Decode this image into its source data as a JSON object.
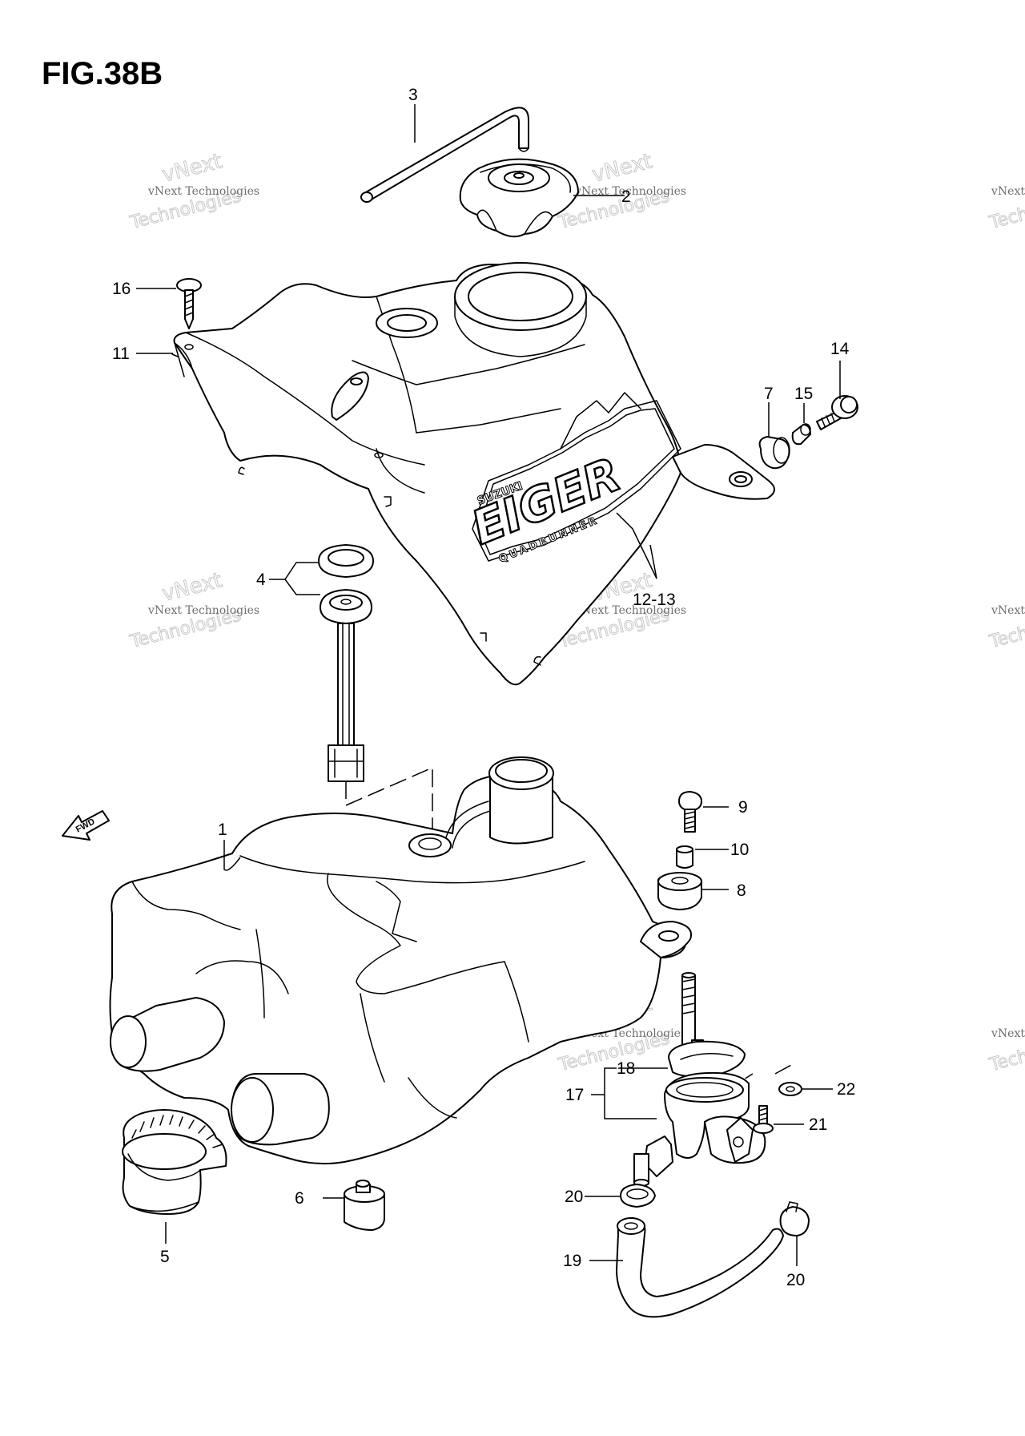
{
  "figure": {
    "title": "FIG.38B"
  },
  "watermark": {
    "line1": "vNext Technologies",
    "line2": "vNext",
    "line3": "Technologies"
  },
  "callouts": {
    "c1": "1",
    "c2": "2",
    "c3": "3",
    "c4": "4",
    "c5": "5",
    "c6": "6",
    "c7": "7",
    "c8": "8",
    "c9": "9",
    "c10": "10",
    "c11": "11",
    "c12_13": "12-13",
    "c14": "14",
    "c15": "15",
    "c16": "16",
    "c17": "17",
    "c18": "18",
    "c19": "19",
    "c20a": "20",
    "c20b": "20",
    "c21": "21",
    "c22": "22"
  },
  "tank_cover": {
    "brand": "SUZUKI",
    "model": "EIGER",
    "sub": "QUADRUNNER"
  },
  "fwd_arrow": {
    "label": "FWD"
  }
}
